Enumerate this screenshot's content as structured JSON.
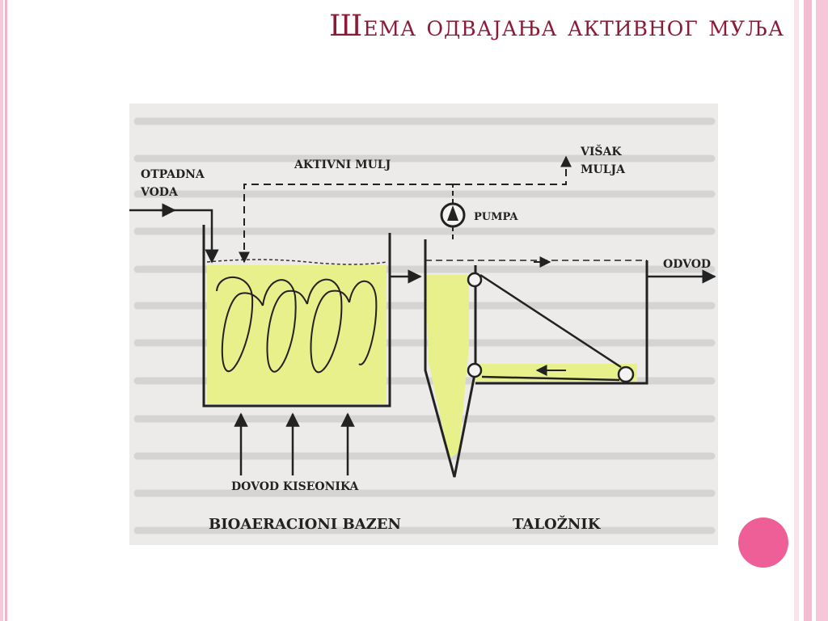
{
  "slide": {
    "title": "Шема одвајања активног муља",
    "colors": {
      "title": "#8a1a35",
      "accent_dot": "#ef5f97",
      "fluid": "#e8f08c"
    }
  },
  "diagram": {
    "labels": {
      "inflow_1": "OTPADNA",
      "inflow_2": "VODA",
      "return_sludge": "AKTIVNI MULJ",
      "excess_1": "VIŠAK",
      "excess_2": "MULJA",
      "pump": "PUMPA",
      "outflow": "ODVOD",
      "oxygen": "DOVOD KISEONIKA",
      "aeration_tank": "BIOAERACIONI BAZEN",
      "clarifier": "TALOŽNIK"
    },
    "icons": [
      "pump-icon",
      "arrow-icon"
    ]
  }
}
